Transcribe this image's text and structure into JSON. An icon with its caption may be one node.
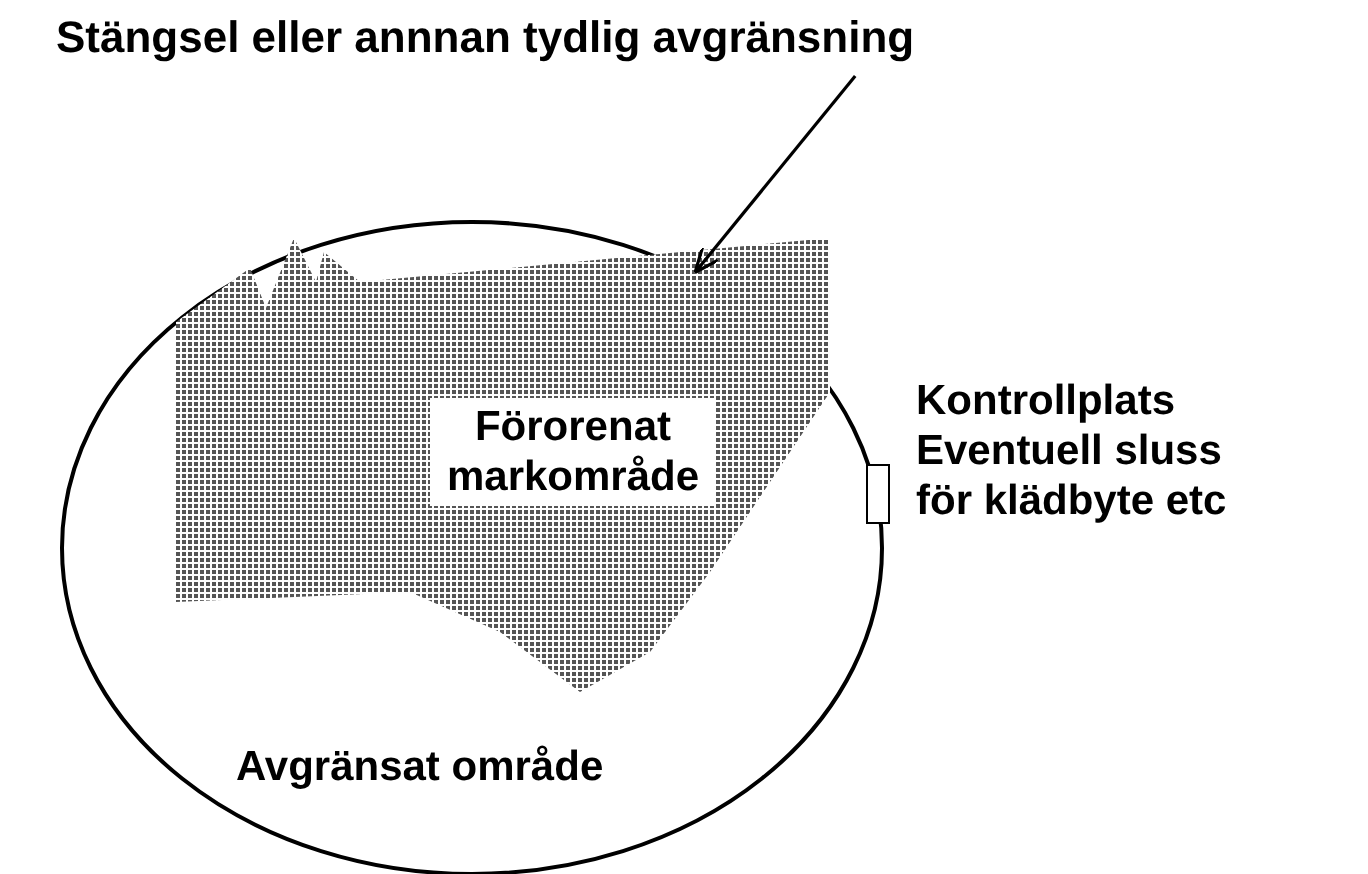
{
  "diagram": {
    "nodes": [
      {
        "text": [
          "Stängsel eller annnan tydlig avgränsning"
        ]
      },
      {
        "text": [
          "Avgränsat område"
        ]
      },
      {
        "text": [
          "Förorenat markområde"
        ],
        "in": 1
      },
      {
        "text": [],
        "shape": "box",
        "beside": [
          "Kontrollplats",
          "Eventuell sluss för klädbyte etc"
        ]
      }
    ],
    "edges": [
      {
        "from": 0,
        "to": 1,
        "arrow": "to"
      }
    ]
  }
}
